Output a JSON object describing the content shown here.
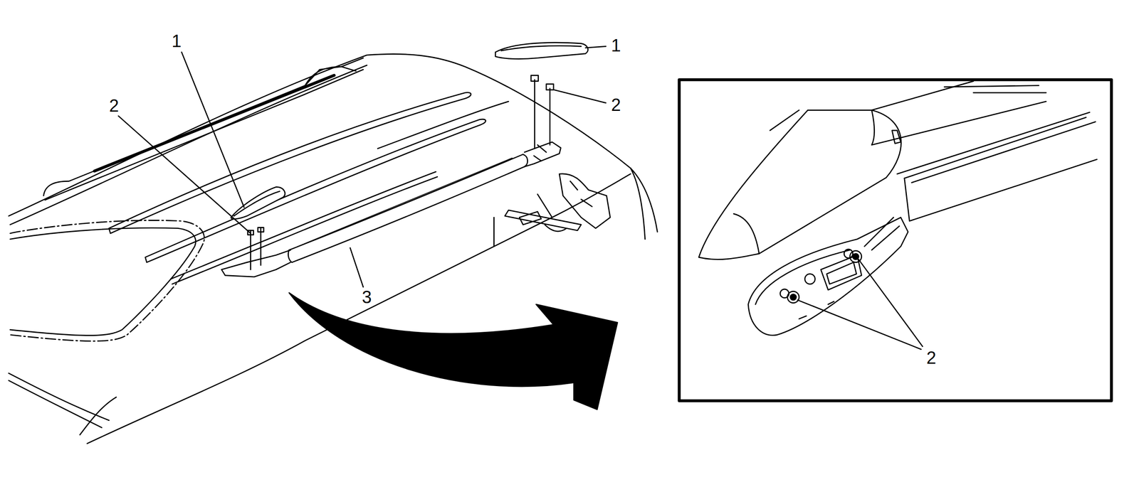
{
  "diagram": {
    "labels": [
      "1",
      "1",
      "2",
      "2",
      "3",
      "2"
    ]
  }
}
